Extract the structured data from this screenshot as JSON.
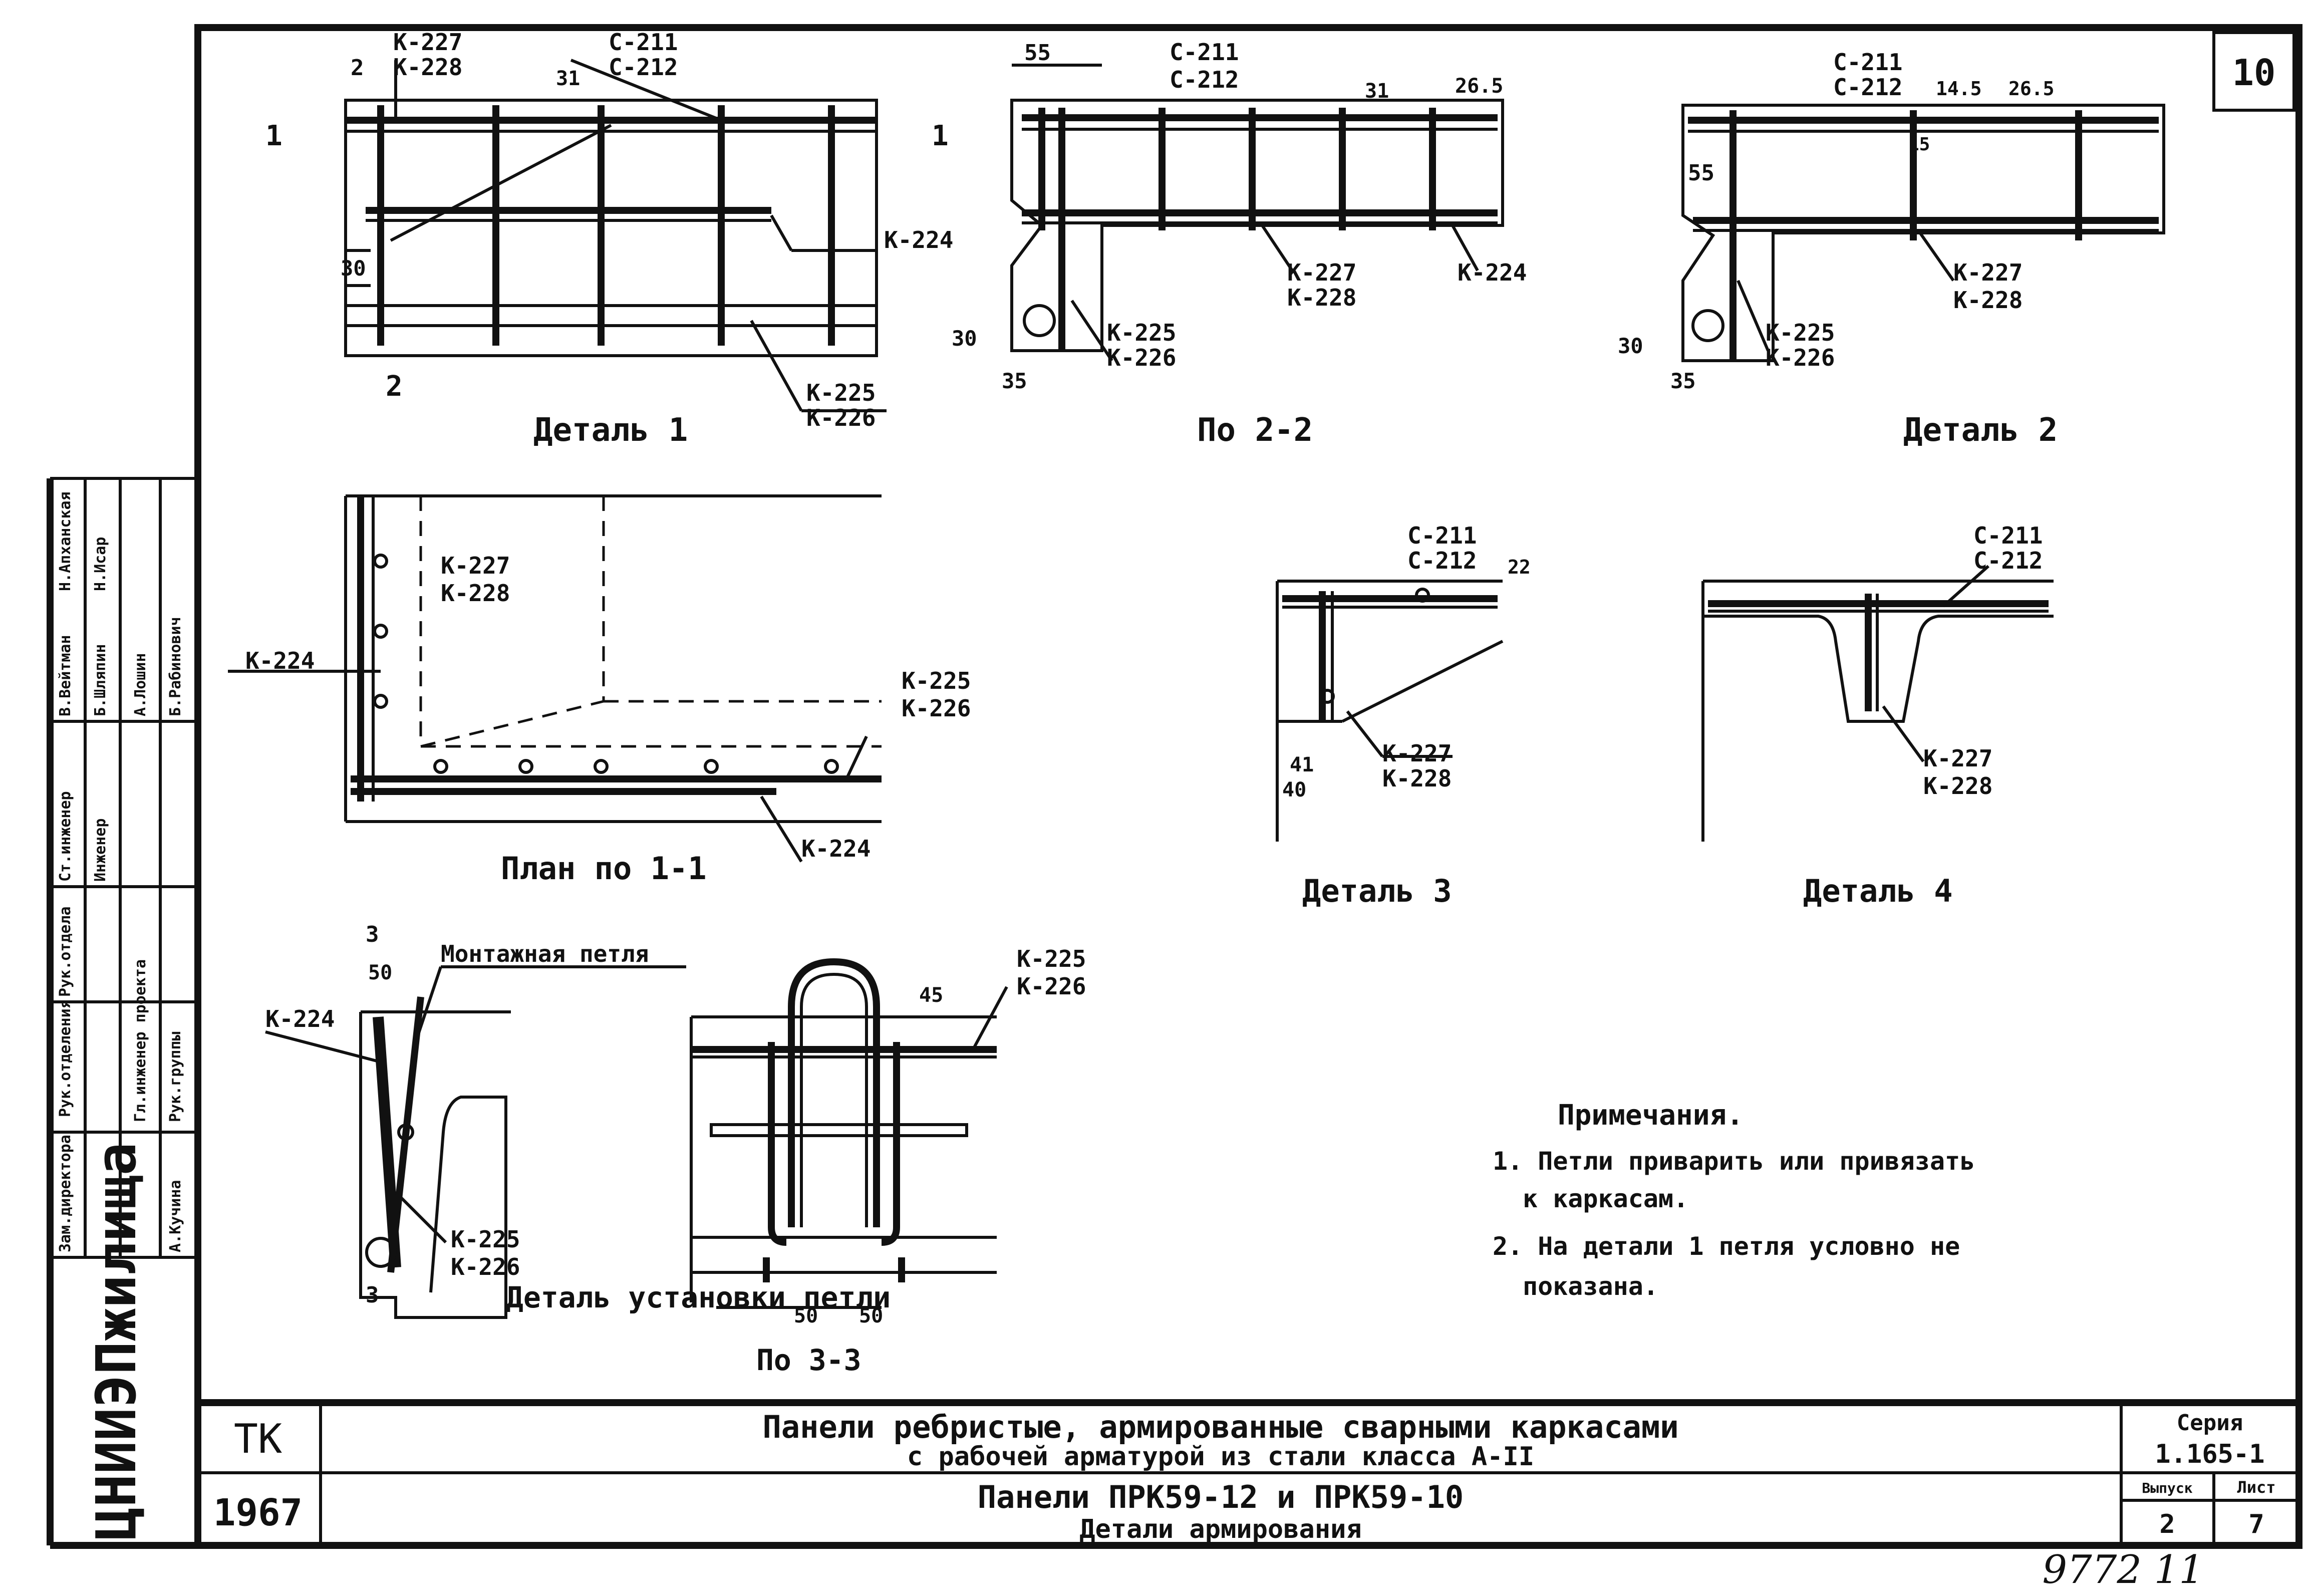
{
  "sheet_number": "10",
  "handwritten_number": "9772  11",
  "bottom_left_code": "ЦНИИЭПжилища",
  "details": {
    "detail1": {
      "title": "Деталь 1",
      "labels": [
        "К-227",
        "К-228",
        "С-211",
        "С-212",
        "31",
        "2",
        "К-224",
        "30",
        "К-225",
        "К-226",
        "1",
        "2"
      ]
    },
    "section22": {
      "title": "По 2-2",
      "labels": [
        "55",
        "С-211",
        "С-212",
        "31",
        "26.5",
        "К-227",
        "К-228",
        "К-224",
        "К-225",
        "К-226",
        "30",
        "35",
        "1"
      ]
    },
    "detail2": {
      "title": "Деталь 2",
      "labels": [
        "С-211",
        "С-212",
        "14.5",
        "26.5",
        "55",
        "15",
        "К-227",
        "К-228",
        "К-225",
        "К-226",
        "30",
        "35"
      ]
    },
    "plan11": {
      "title": "План по 1-1",
      "labels": [
        "К-227",
        "К-228",
        "К-224",
        "К-225",
        "К-226",
        "К-224"
      ]
    },
    "detail3": {
      "title": "Деталь 3",
      "labels": [
        "С-211",
        "С-212",
        "22",
        "К-227",
        "К-228",
        "41",
        "40"
      ]
    },
    "detail4": {
      "title": "Деталь 4",
      "labels": [
        "С-211",
        "С-212",
        "К-227",
        "К-228"
      ]
    },
    "loop_install": {
      "title": "Деталь установки петли",
      "labels": [
        "3",
        "50",
        "Монтажная петля",
        "К-224",
        "К-225",
        "К-226",
        "3"
      ]
    },
    "section33": {
      "title": "По 3-3",
      "labels": [
        "К-225",
        "К-226",
        "45",
        "50",
        "50"
      ]
    }
  },
  "notes": {
    "heading": "Примечания.",
    "items": [
      "1. Петли приварить или привязать",
      "к каркасам.",
      "2. На детали 1 петля условно не",
      "показана."
    ]
  },
  "stamp": {
    "roles": [
      "Зам.директора",
      "Рук.отделения",
      "Рук.отдела",
      "Гл.инженер проекта",
      "Рук.группы",
      "Ст.инженер",
      "Инженер"
    ],
    "names": [
      "В.Вейтман",
      "Б.Шляпин",
      "А.Лошин",
      "Б.Рабинович",
      "Н.Апханская",
      "Н.Исар",
      "А.Кучина"
    ]
  },
  "title_block": {
    "org": "ТК",
    "year": "1967",
    "main_title_1": "Панели ребристые, армированные сварными каркасами",
    "main_title_2": "с рабочей арматурой из стали класса А-II",
    "sub_title_1": "Панели  ПРК59-12 и ПРК59-10",
    "sub_title_2": "Детали армирования",
    "series_label": "Серия",
    "series_value": "1.165-1",
    "issue_label": "Выпуск",
    "issue_value": "2",
    "sheet_label": "Лист",
    "sheet_value": "7"
  }
}
